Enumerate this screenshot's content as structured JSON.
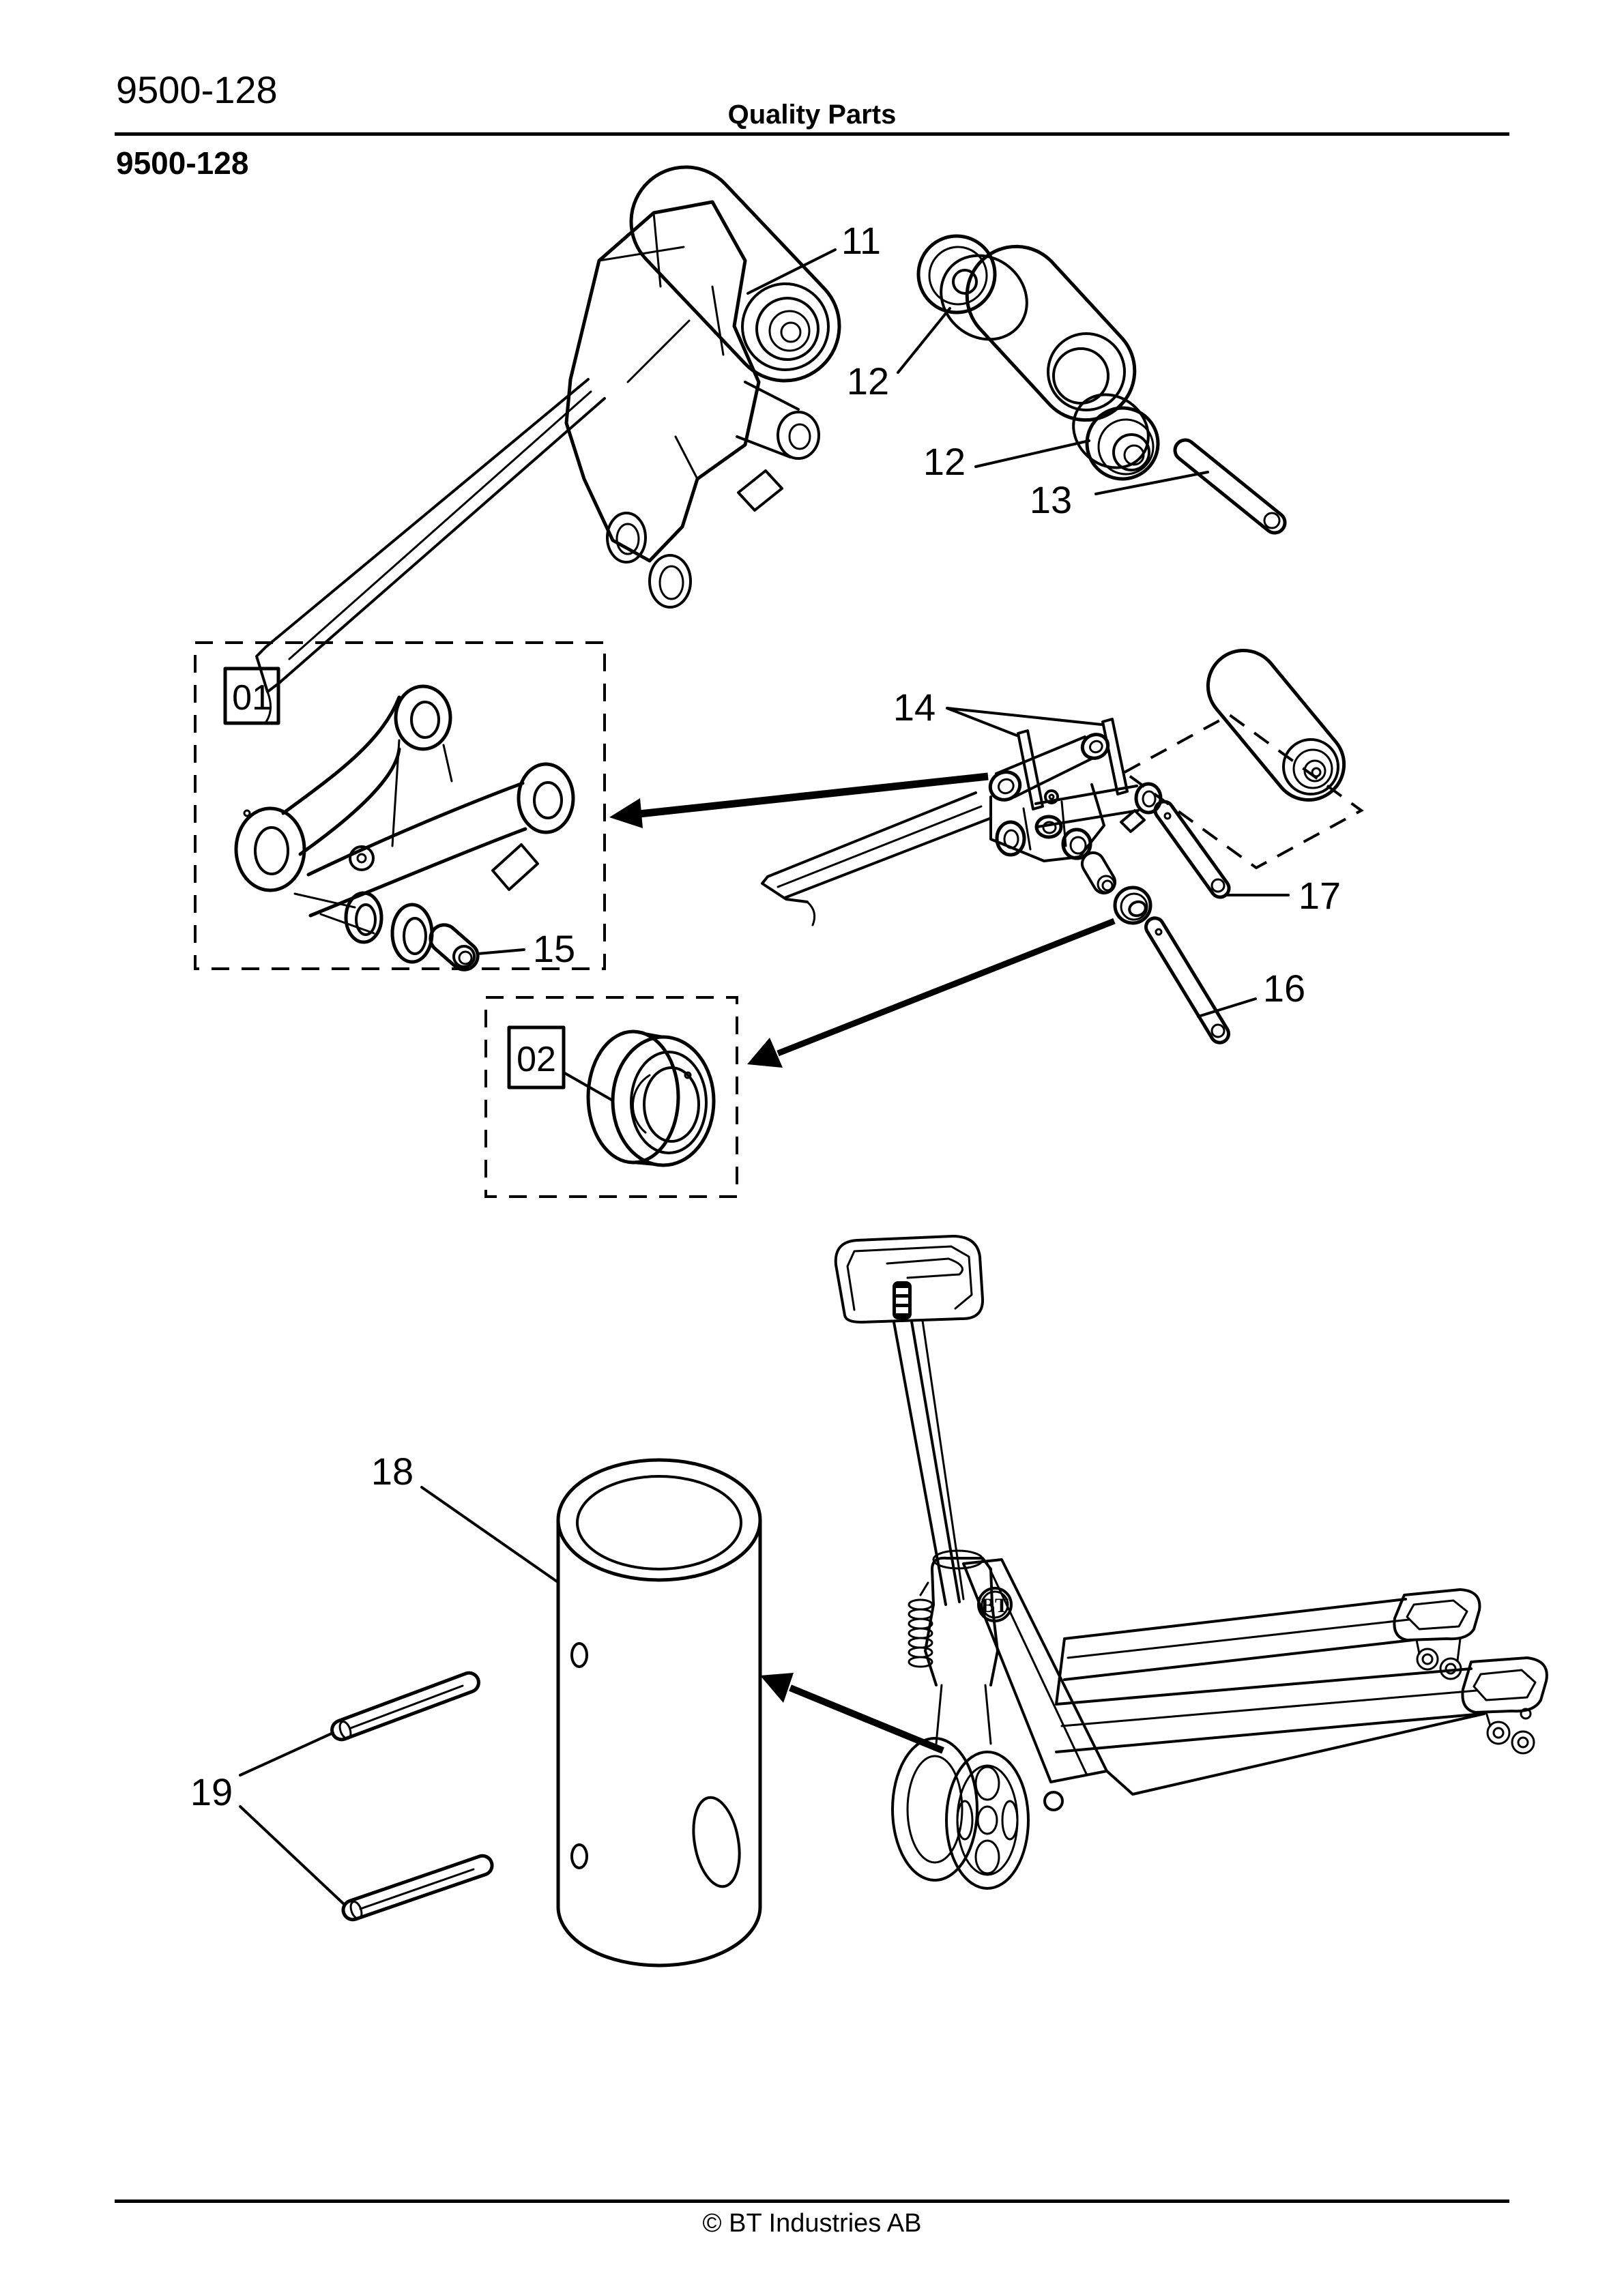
{
  "header": {
    "part_number": "9500-128",
    "title": "Quality Parts",
    "section_number": "9500-128"
  },
  "footer": {
    "copyright": "© BT Industries AB"
  },
  "insets": {
    "box01": "01",
    "box02": "02"
  },
  "callouts": {
    "c11": "11",
    "c12a": "12",
    "c12b": "12",
    "c13": "13",
    "c14": "14",
    "c15": "15",
    "c16": "16",
    "c17": "17",
    "c18": "18",
    "c19": "19"
  },
  "truck": {
    "logo": "BT"
  }
}
